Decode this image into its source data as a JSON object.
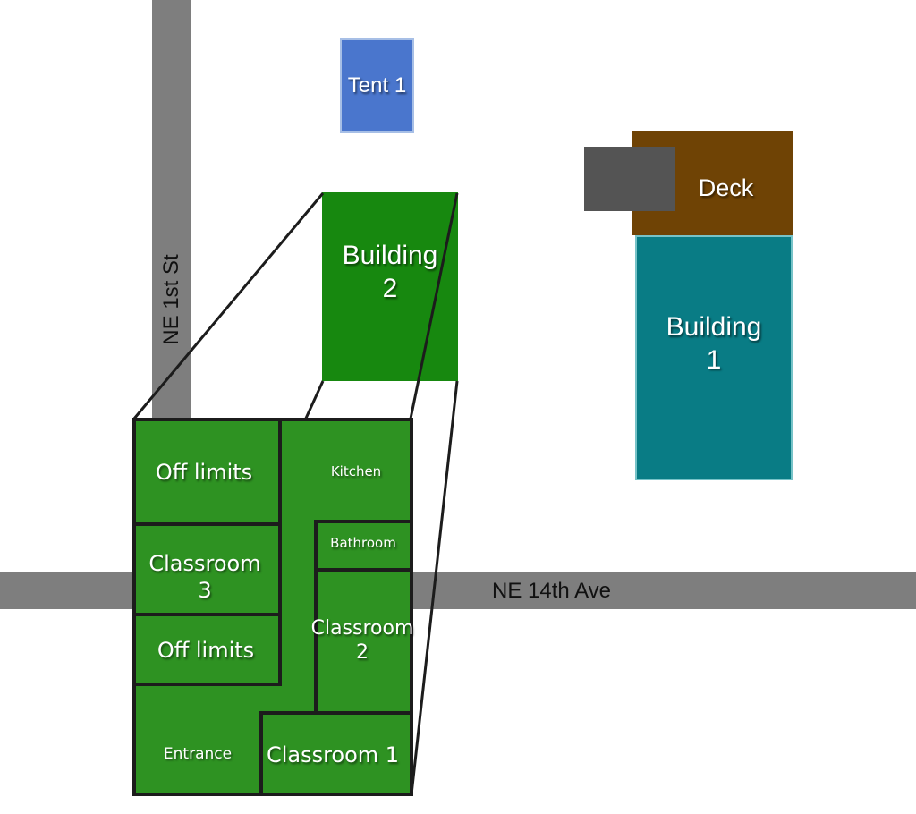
{
  "streets": {
    "color": "#7e7e7e",
    "vertical": {
      "name": "NE 1st St"
    },
    "horizontal": {
      "name": "NE 14th Ave"
    }
  },
  "map": {
    "tent1": {
      "label": "Tent 1",
      "fill": "#4a76cd"
    },
    "building2": {
      "label": "Building",
      "number": "2",
      "fill": "#17880f"
    },
    "deck": {
      "label": "Deck",
      "fill": "#6f4305"
    },
    "utility_box": {
      "fill": "#545454"
    },
    "building1": {
      "label": "Building",
      "number": "1",
      "fill": "#097c85"
    }
  },
  "floor_plan": {
    "fill": "#2e9222",
    "wall_color": "#1c1c1c",
    "rooms": {
      "off_limits_1": {
        "label": "Off limits"
      },
      "kitchen": {
        "label": "Kitchen"
      },
      "classroom_3": {
        "label": "Classroom",
        "number": "3"
      },
      "bathroom": {
        "label": "Bathroom"
      },
      "off_limits_2": {
        "label": "Off limits"
      },
      "classroom_2": {
        "label": "Classroom",
        "number": "2"
      },
      "entrance": {
        "label": "Entrance"
      },
      "classroom_1": {
        "label": "Classroom 1"
      }
    }
  }
}
